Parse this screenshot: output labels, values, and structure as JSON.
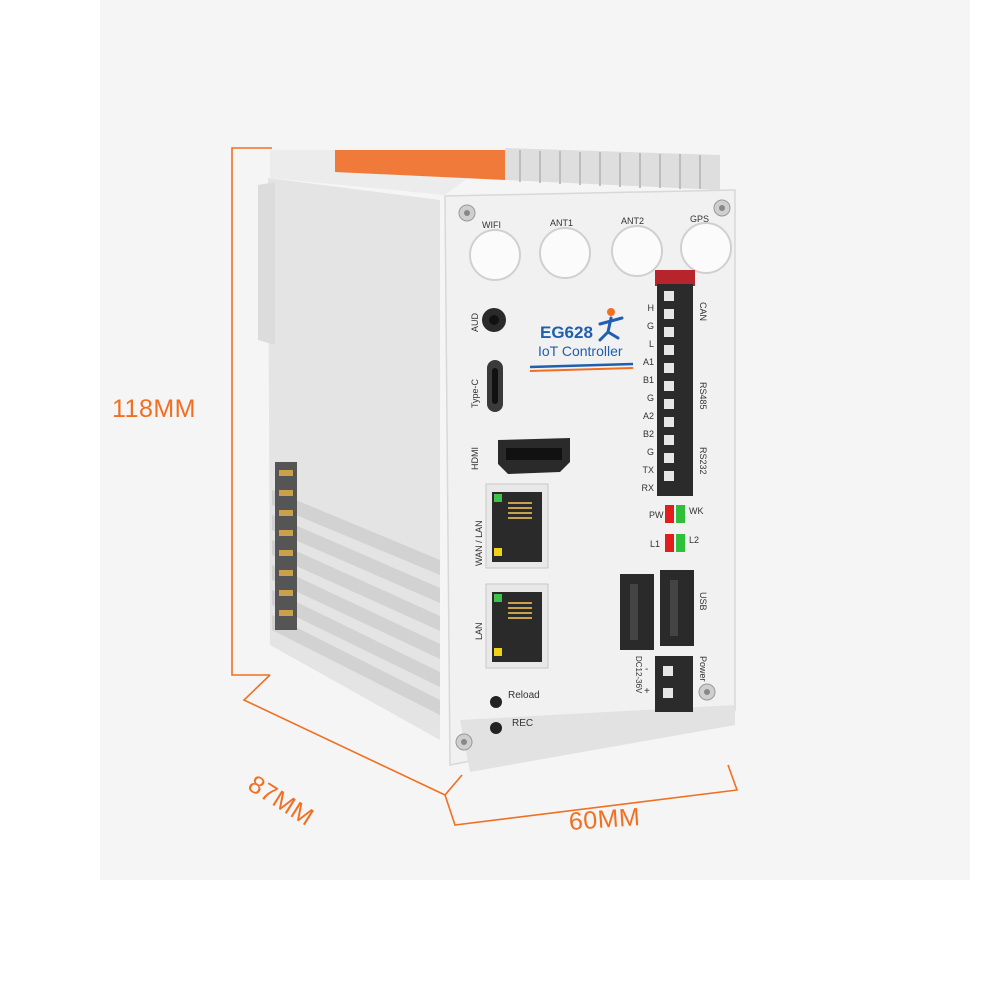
{
  "dimensions": {
    "height": "118MM",
    "depth": "87MM",
    "width": "60MM"
  },
  "device": {
    "model": "EG628",
    "subtitle": "IoT Controller",
    "antenna_labels": [
      "WIFI",
      "ANT1",
      "ANT2",
      "GPS"
    ],
    "left_port_labels": {
      "aud": "AUD",
      "typec": "Type-C",
      "hdmi": "HDMI",
      "wan_lan": "WAN / LAN",
      "lan": "LAN"
    },
    "buttons": [
      "Reload",
      "REC"
    ],
    "terminal_pins": [
      "H",
      "G",
      "L",
      "A1",
      "B1",
      "G",
      "A2",
      "B2",
      "G",
      "TX",
      "RX"
    ],
    "bus_labels": [
      "CAN",
      "RS485",
      "RS232"
    ],
    "leds": {
      "pw": "PW",
      "wk": "WK",
      "l1": "L1",
      "l2": "L2"
    },
    "usb_label": "USB",
    "power_label": "Power",
    "power_spec": "DC12-36V",
    "power_minus": "-",
    "power_plus": "+"
  },
  "colors": {
    "dimension_orange": "#f26f21",
    "brand_blue": "#1f5fb0",
    "body_white": "#f1f1f1",
    "led_red": "#e11d1d",
    "led_green": "#2fbf3a"
  }
}
